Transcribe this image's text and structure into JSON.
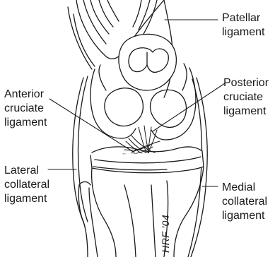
{
  "labels": {
    "patellar": [
      "Patellar",
      "ligament"
    ],
    "posterior_cruciate": [
      "Posterior",
      "cruciate",
      "ligament"
    ],
    "anterior_cruciate": [
      "Anterior",
      "cruciate",
      "ligament"
    ],
    "lateral_collateral": [
      "Lateral",
      "collateral",
      "ligament"
    ],
    "medial_collateral": [
      "Medial",
      "collateral",
      "ligament"
    ]
  },
  "signature": "HRF '04",
  "colors": {
    "ink": "#1a1a1a",
    "bone": "#ffffff"
  }
}
